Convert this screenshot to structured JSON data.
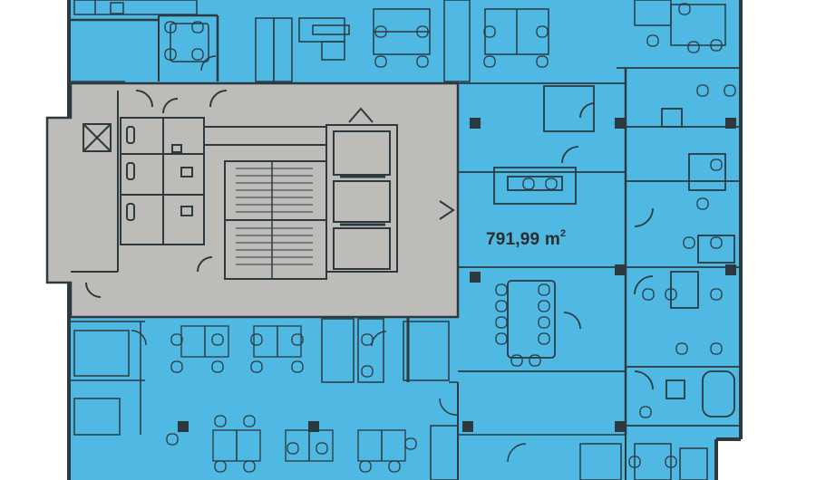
{
  "floorplan": {
    "area_value": "791,99",
    "area_unit": "m",
    "area_unit_exponent": "2"
  },
  "colors": {
    "office_fill": "#4fb9e3",
    "core_fill": "#bdbcb8",
    "wall": "#2c3a40",
    "background": "#ffffff"
  }
}
